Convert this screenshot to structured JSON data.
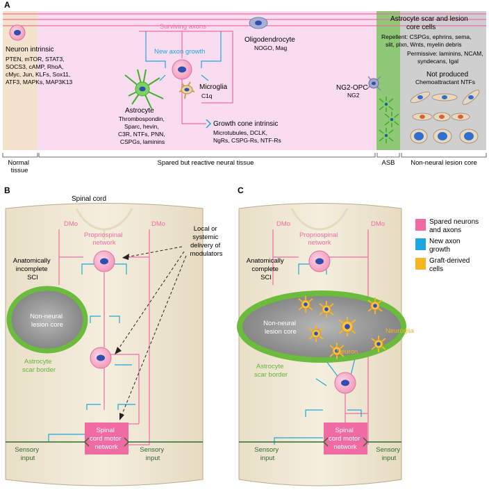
{
  "panelA": {
    "label": "A",
    "surviving_axons": "Surviving axons",
    "new_axon_growth": "New axon growth",
    "neuron_intrinsic": {
      "title": "Neuron intrinsic",
      "lines": [
        "PTEN, mTOR, STAT3,",
        "SOCS3, cAMP, RhoA,",
        "cMyc, Jun, KLFs, Sox11,",
        "ATF3, MAPKs, MAP3K13"
      ]
    },
    "oligodendrocyte": {
      "title": "Oligodendrocyte",
      "detail": "NOGO, Mag"
    },
    "astrocyte": {
      "title": "Astrocyte",
      "lines": [
        "Thrombospondin,",
        "Sparc, hevin,",
        "C3R, NTFs, PNN,",
        "CSPGs, laminins"
      ]
    },
    "microglia": {
      "title": "Microglia",
      "detail": "C1q"
    },
    "growth_cone": {
      "title": "Growth cone intrinsic",
      "lines": [
        "Microtubules, DCLK,",
        "NgRs, CSPG-Rs, NTF-Rs"
      ]
    },
    "ng2": {
      "title": "NG2-OPC",
      "detail": "NG2"
    },
    "scar": {
      "title_lines": [
        "Astrocyte scar and lesion",
        "core cells"
      ],
      "repellent_lines": [
        "Repellent: CSPGs, ephrins, sema,",
        "slit, plxn, Wnts, myelin debris"
      ],
      "permissive_lines": [
        "Permissive: laminins, NCAM,",
        "syndecans, Igal"
      ]
    },
    "not_produced": {
      "title": "Not produced",
      "detail": "Chemoattractant NTFs"
    },
    "regions": {
      "normal": [
        "Normal",
        "tissue"
      ],
      "spared": "Spared but reactive neural tissue",
      "asb": "ASB",
      "core": "Non-neural lesion core"
    }
  },
  "panelB": {
    "label": "B",
    "spinal_cord": "Spinal cord",
    "dmo": "DMo",
    "propriospinal": [
      "Propriospinal",
      "network"
    ],
    "sci": [
      "Anatomically",
      "incomplete",
      "SCI"
    ],
    "core": [
      "Non-neural",
      "lesion core"
    ],
    "scar": [
      "Astrocyte",
      "scar border"
    ],
    "delivery": [
      "Local or",
      "systemic",
      "delivery of",
      "modulators"
    ],
    "motor": [
      "Spinal",
      "cord motor",
      "network"
    ],
    "sensory": [
      "Sensory",
      "input"
    ]
  },
  "panelC": {
    "label": "C",
    "dmo": "DMo",
    "propriospinal": [
      "Propriospinal",
      "network"
    ],
    "sci": [
      "Anatomically",
      "complete",
      "SCI"
    ],
    "core": [
      "Non-neural",
      "lesion core"
    ],
    "scar": [
      "Astrocyte",
      "scar border"
    ],
    "neuroglia": "Neuroglia",
    "neuron": "Neuron",
    "motor": [
      "Spinal",
      "cord motor",
      "network"
    ],
    "sensory": [
      "Sensory",
      "input"
    ]
  },
  "legend": [
    {
      "lines": [
        "Spared neurons",
        "and axons"
      ],
      "color": "#f06ba3"
    },
    {
      "lines": [
        "New axon",
        "growth"
      ],
      "color": "#1ea6e0"
    },
    {
      "lines": [
        "Graft-derived",
        "cells"
      ],
      "color": "#f6b523"
    }
  ],
  "colors": {
    "pink": "#f06ba3",
    "blue": "#1ea6e0",
    "orange": "#f6b523",
    "green": "#5fb636",
    "dark_green": "#2e6b2e"
  }
}
